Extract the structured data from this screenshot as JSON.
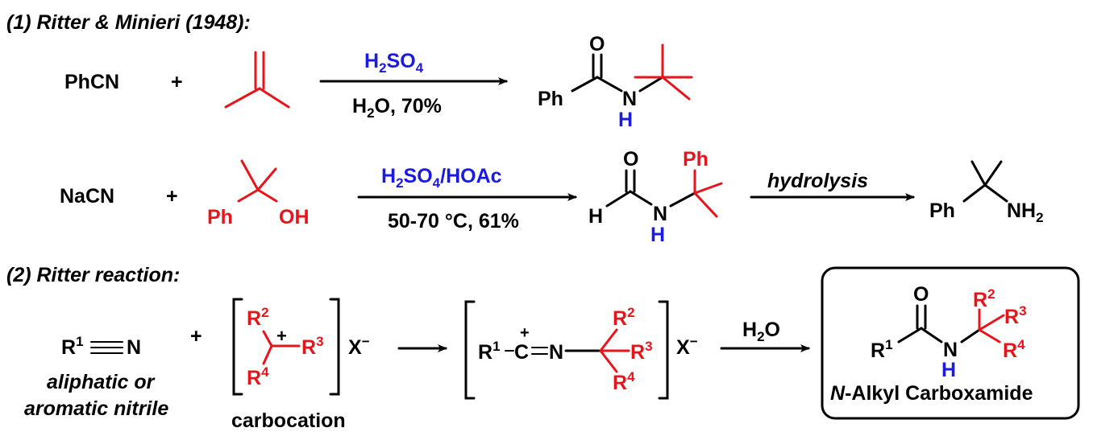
{
  "header1": "(1) Ritter & Minieri (1948):",
  "header2": "(2) Ritter reaction:",
  "rxn1": {
    "reactant": "PhCN",
    "plus": "+",
    "reagent": "H2SO4",
    "conditions": "H2O, 70%",
    "product_ph": "Ph",
    "product_o": "O",
    "product_n": "N",
    "product_h": "H"
  },
  "rxn2": {
    "reactant": "NaCN",
    "plus": "+",
    "alcohol_ph": "Ph",
    "alcohol_oh": "OH",
    "reagent": "H2SO4/HOAc",
    "conditions": "50-70 °C, 61%",
    "product_h": "H",
    "product_o": "O",
    "product_n": "N",
    "product_nh": "H",
    "product_ph": "Ph",
    "step2": "hydrolysis",
    "amine_ph": "Ph",
    "amine_nh2": "NH2"
  },
  "general": {
    "nitrile": "R1—≡N",
    "nitrile_label_1": "aliphatic or",
    "nitrile_label_2": "aromatic nitrile",
    "plus": "+",
    "carbocation_label": "carbocation",
    "counterion": "X−",
    "reagent": "H2O",
    "product_label": "N-Alkyl Carboxamide",
    "product_label_prefix": "N",
    "product_label_rest": "-Alkyl Carboxamide"
  },
  "colors": {
    "red": "#e8141b",
    "blue": "#1a1ae0",
    "black": "#000000"
  }
}
